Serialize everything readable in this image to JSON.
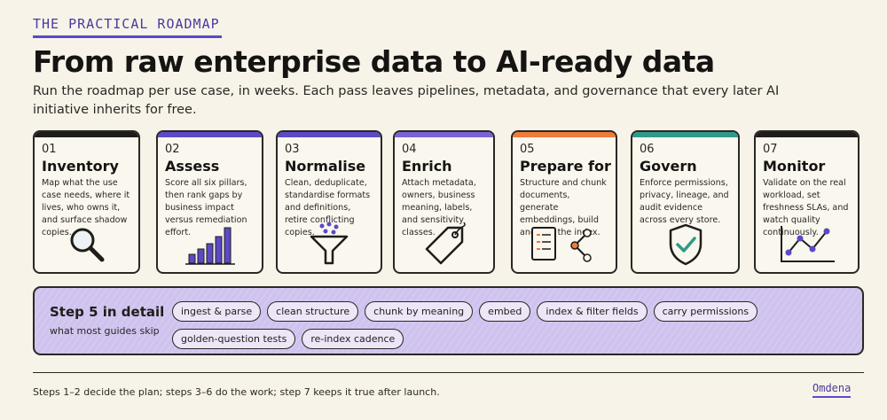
{
  "eyebrow": "THE PRACTICAL ROADMAP",
  "title": "From raw enterprise data to AI-ready data",
  "subtitle": "Run the roadmap per use case, in weeks. Each pass leaves pipelines, metadata, and governance that every later AI initiative inherits for free.",
  "steps": [
    {
      "number": "01",
      "name": "Inventory",
      "desc": "Map what the use case needs, where it lives, who owns it, and surface shadow copies.",
      "icon": "magnifier-icon",
      "accent": "#1f1d1a"
    },
    {
      "number": "02",
      "name": "Assess",
      "desc": "Score all six pillars, then rank gaps by business impact versus remediation effort.",
      "icon": "bar-chart-icon",
      "accent": "#5b49c7"
    },
    {
      "number": "03",
      "name": "Normalise",
      "desc": "Clean, deduplicate, standardise formats and definitions, retire conflicting copies.",
      "icon": "funnel-icon",
      "accent": "#5b49c7"
    },
    {
      "number": "04",
      "name": "Enrich",
      "desc": "Attach metadata, owners, business meaning, labels, and sensitivity classes.",
      "icon": "tag-icon",
      "accent": "#7b62d6"
    },
    {
      "number": "05",
      "name": "Prepare for RAG",
      "desc": "Structure and chunk documents, generate embeddings, build and test the index.",
      "icon": "document-graph-icon",
      "accent": "#ef7a3a"
    },
    {
      "number": "06",
      "name": "Govern",
      "desc": "Enforce permissions, privacy, lineage, and audit evidence across every store.",
      "icon": "shield-check-icon",
      "accent": "#2f9a8a"
    },
    {
      "number": "07",
      "name": "Monitor",
      "desc": "Validate on the real workload, set freshness SLAs, and watch quality continuously.",
      "icon": "line-chart-icon",
      "accent": "#1f1d1a"
    }
  ],
  "detail": {
    "title": "Step 5 in detail",
    "subtitle": "what most guides skip",
    "chips": [
      "ingest & parse",
      "clean structure",
      "chunk by meaning",
      "embed",
      "index & filter fields",
      "carry permissions",
      "golden-question tests",
      "re-index cadence"
    ]
  },
  "footer": "Steps 1–2 decide the plan; steps 3–6 do the work; step 7 keeps it true after launch.",
  "brand": "Omdena",
  "colors": {
    "background": "#f7f3e9",
    "purple": "#5b49c7",
    "detail_fill": "#cfc2ee",
    "orange": "#ef7a3a",
    "teal": "#2f9a8a"
  }
}
